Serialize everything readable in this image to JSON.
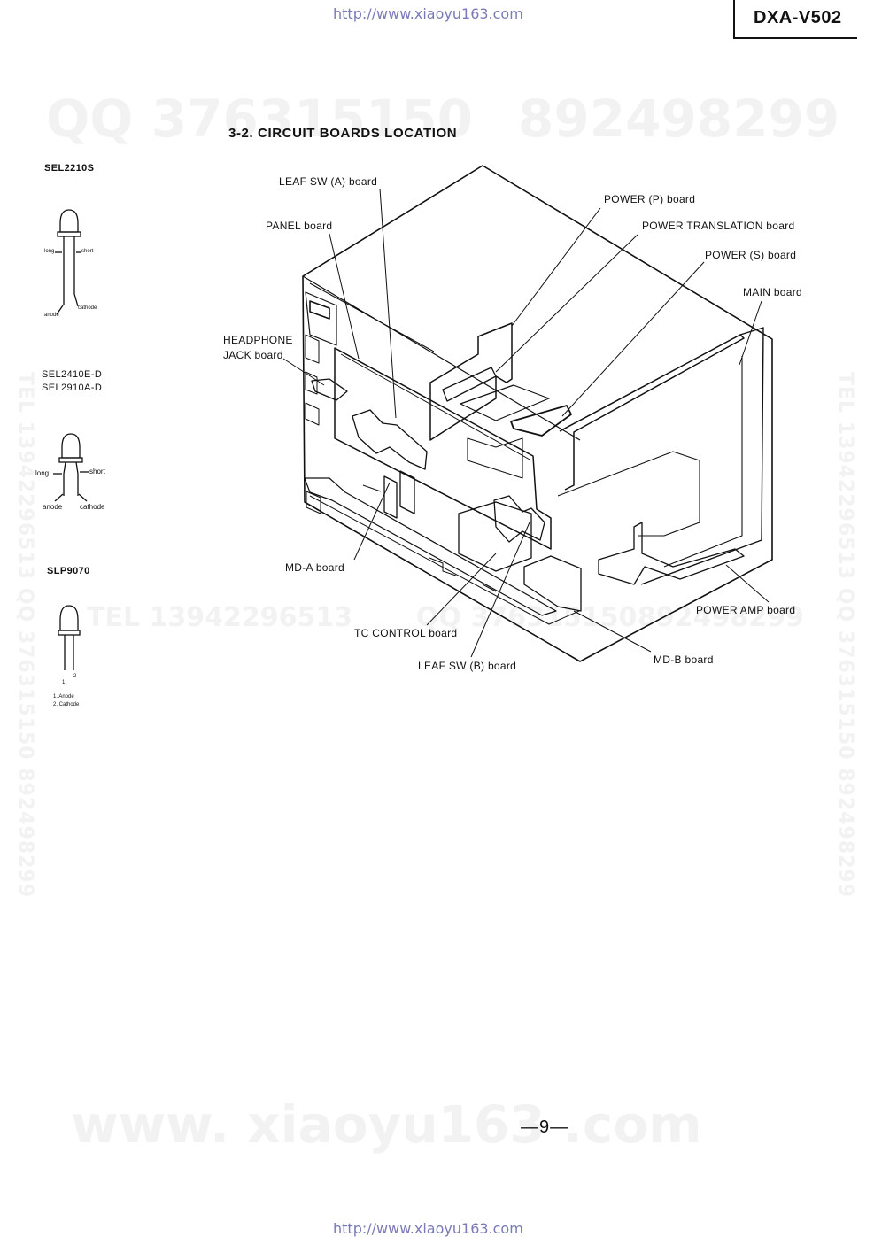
{
  "header": {
    "url_top": "http://www.xiaoyu163.com",
    "model": "DXA-V502"
  },
  "section": {
    "title": "3-2. CIRCUIT BOARDS LOCATION"
  },
  "watermarks": {
    "qq": "QQ 376315150",
    "num": "892498299",
    "tel": "TEL 13942296513",
    "qq2": "QQ 376315150",
    "num2": "892498299",
    "site": "www. xiaoyu163 .com",
    "side": "TEL 13942296513 QQ 376315150 892498299"
  },
  "leds": [
    {
      "part": "SEL2210S",
      "labels": {
        "long": "long",
        "short": "short",
        "anode": "anode",
        "cathode": "cathode"
      }
    },
    {
      "part_lines": [
        "SEL2410E-D",
        "SEL2910A-D"
      ],
      "labels": {
        "long": "long",
        "short": "short",
        "anode": "anode",
        "cathode": "cathode"
      }
    },
    {
      "part": "SLP9070",
      "labels": {
        "pin1": "1",
        "pin2": "2",
        "legend1": "1. Anode",
        "legend2": "2. Cathode"
      }
    }
  ],
  "diagram": {
    "labels": {
      "leaf_sw_a": "LEAF SW (A) board",
      "panel": "PANEL board",
      "power_p": "POWER (P) board",
      "power_translation": "POWER TRANSLATION board",
      "power_s": "POWER (S) board",
      "main": "MAIN board",
      "headphone_1": "HEADPHONE",
      "headphone_2": "JACK board",
      "md_a": "MD-A board",
      "tc_control": "TC CONTROL board",
      "leaf_sw_b": "LEAF SW (B) board",
      "md_b": "MD-B board",
      "power_amp": "POWER AMP board"
    }
  },
  "footer": {
    "page_number": "—9—",
    "url_bottom": "http://www.xiaoyu163.com"
  }
}
